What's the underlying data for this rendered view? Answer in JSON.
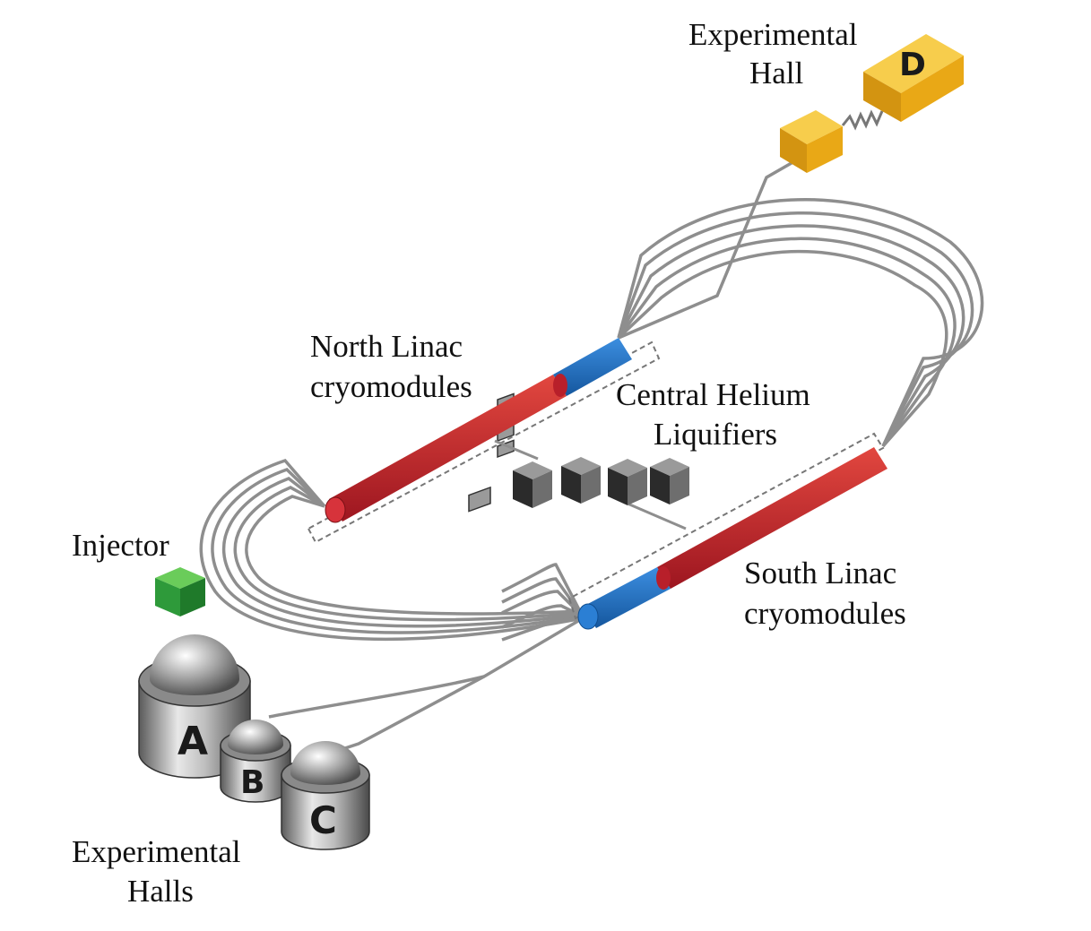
{
  "labels": {
    "experimental_hall_d": [
      "Experimental",
      "Hall"
    ],
    "north_linac": [
      "North Linac",
      "cryomodules"
    ],
    "central_helium": [
      "Central Helium",
      "Liquifiers"
    ],
    "injector": [
      "Injector"
    ],
    "south_linac": [
      "South Linac",
      "cryomodules"
    ],
    "experimental_halls": [
      "Experimental",
      "Halls"
    ]
  },
  "halls": {
    "a": "A",
    "b": "B",
    "c": "C",
    "d": "D"
  },
  "colors": {
    "beamline": "#8e8e8e",
    "linac_red": "#c8202b",
    "linac_blue": "#1f6fc0",
    "hall_d": "#f2b21c",
    "injector": "#2e9a3a",
    "liquifier": "#6f6f6f",
    "dome": "#a9a9a9"
  }
}
